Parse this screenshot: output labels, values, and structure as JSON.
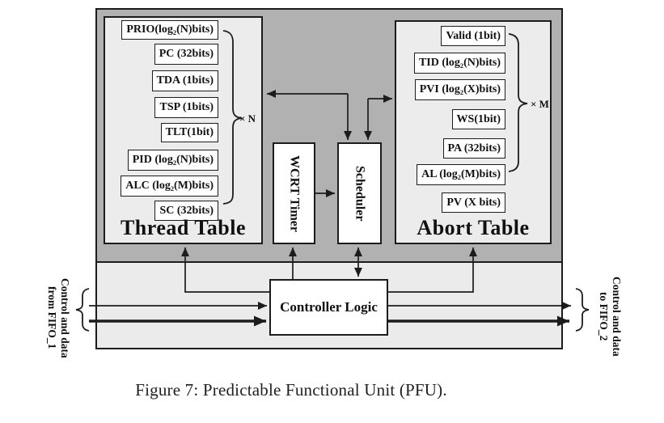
{
  "figure": {
    "caption": "Figure 7: Predictable Functional Unit (PFU)."
  },
  "pfu": {
    "thread_table": {
      "title": "Thread Table",
      "multiplier": "× N",
      "fields": [
        "PRIO(log₂(N)bits)",
        "PC (32bits)",
        "TDA (1bits)",
        "TSP (1bits)",
        "TLT(1bit)",
        "PID (log₂(N)bits)",
        "ALC (log₂(M)bits)",
        "SC (32bits)"
      ]
    },
    "abort_table": {
      "title": "Abort Table",
      "multiplier": "× M",
      "fields": [
        "Valid (1bit)",
        "TID (log₂(N)bits)",
        "PVI (log₂(X)bits)",
        "WS(1bit)",
        "PA (32bits)",
        "AL (log₂(M)bits)",
        "PV (X bits)"
      ]
    },
    "blocks": {
      "wcrt_timer": "WCRT Timer",
      "scheduler": "Scheduler",
      "controller_logic": "Controller Logic"
    },
    "io": {
      "left_label_line1": "Control and data",
      "left_label_line2": "from FIFO_1",
      "right_label_line1": "Control and data",
      "right_label_line2": "to FIFO_2"
    },
    "colors": {
      "upper_panel_fill": "#b1b1b1",
      "table_fill": "#ececec",
      "lower_panel_fill": "#ebebeb",
      "box_fill": "#ffffff",
      "line": "#1c1c1c",
      "background": "#ffffff"
    }
  }
}
